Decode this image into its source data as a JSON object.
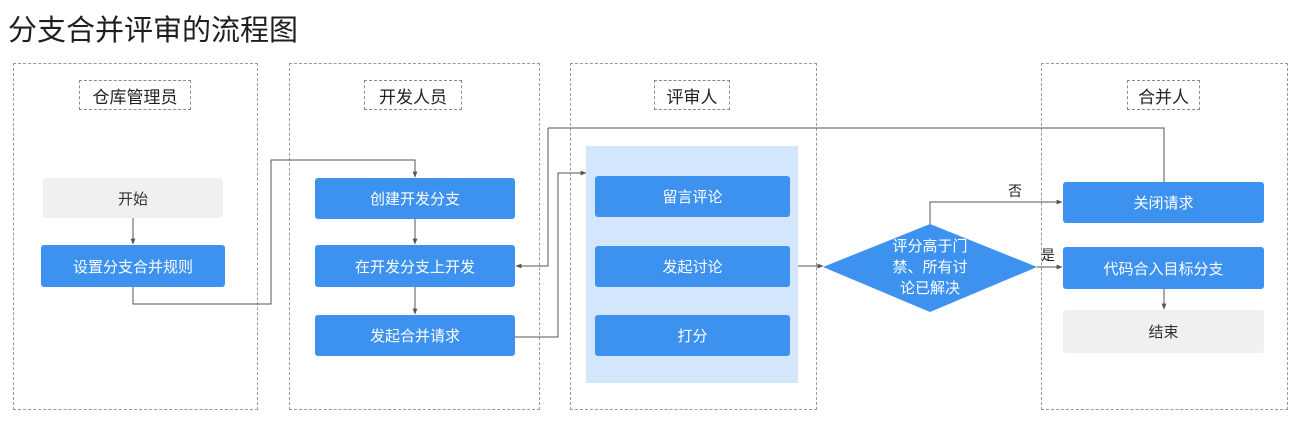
{
  "title": "分支合并评审的流程图",
  "lanes": {
    "admin": "仓库管理员",
    "developer": "开发人员",
    "reviewer": "评审人",
    "merger": "合并人"
  },
  "nodes": {
    "start": "开始",
    "set_rules": "设置分支合并规则",
    "create_branch": "创建开发分支",
    "develop": "在开发分支上开发",
    "open_mr": "发起合并请求",
    "comment": "留言评论",
    "start_discussion": "发起讨论",
    "score": "打分",
    "decision": [
      "评分高于门",
      "禁、所有讨",
      "论已解决"
    ],
    "close_request": "关闭请求",
    "merge_code": "代码合入目标分支",
    "end": "结束"
  },
  "edge_labels": {
    "no": "否",
    "yes": "是"
  },
  "colors": {
    "primary": "#3d92f0",
    "neutral": "#f0f0f0",
    "reviewer_panel": "#d3e6fb",
    "line": "#555555"
  }
}
